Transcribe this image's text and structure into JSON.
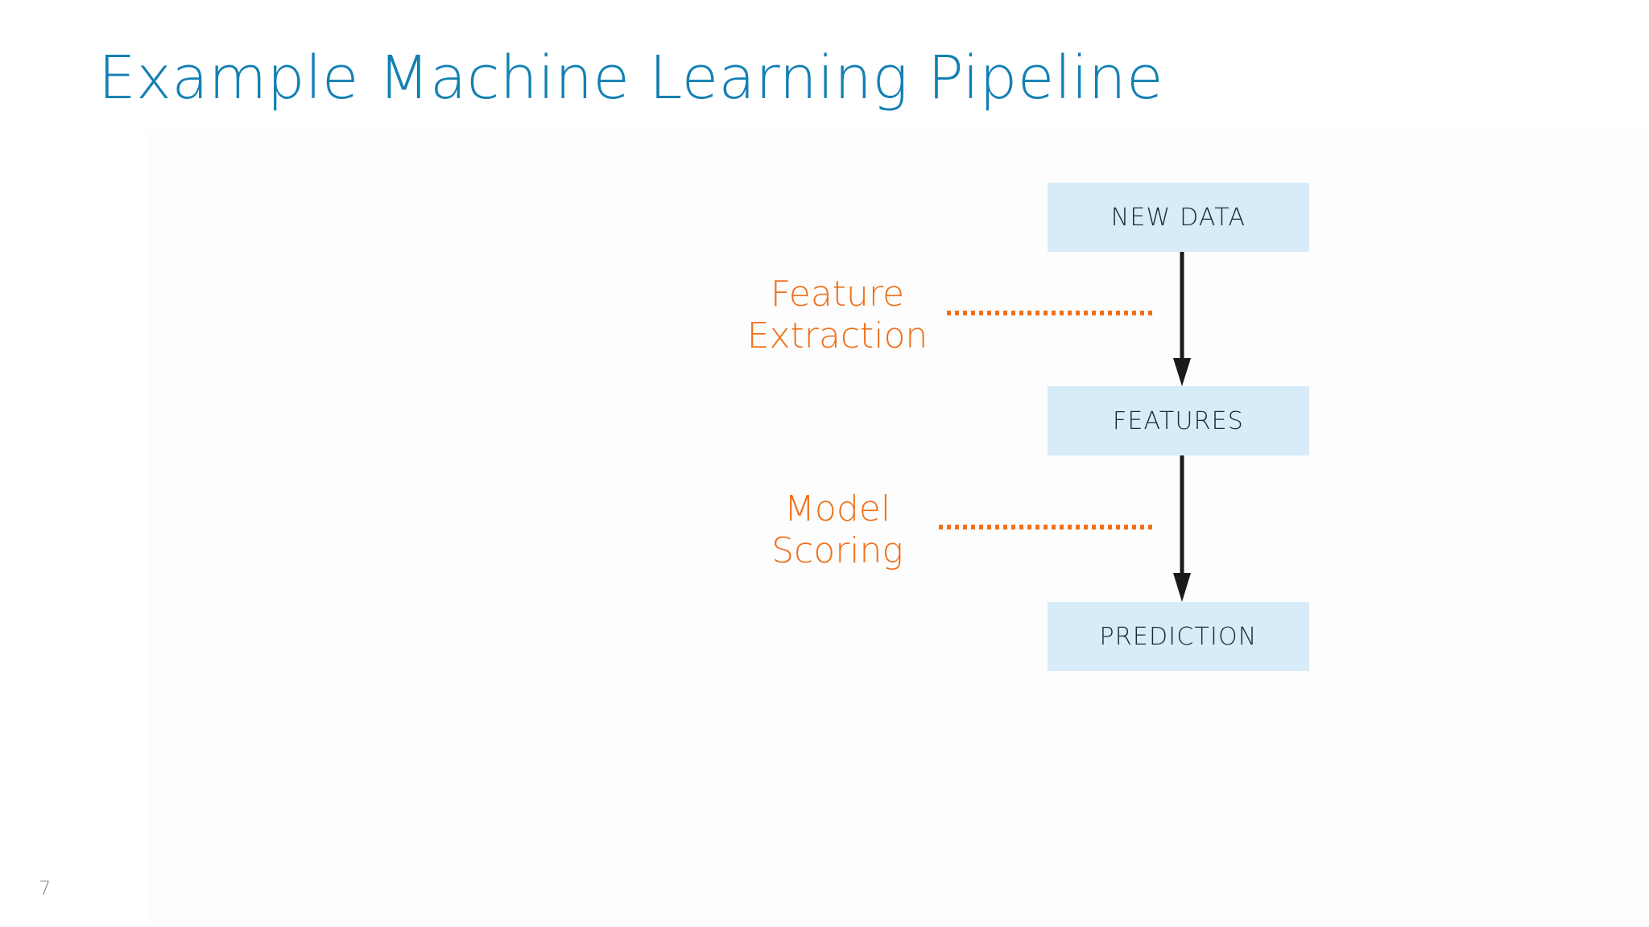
{
  "slide": {
    "title": "Example Machine Learning Pipeline",
    "page_number": "7",
    "background_color": "#ffffff",
    "title_color": "#1380b4",
    "accent_orange": "#f0701a",
    "node_fill": "#d7ecf8",
    "node_text_color": "#1b2a33",
    "arrow_color": "#1a1a1a"
  },
  "diagram": {
    "type": "flowchart",
    "orientation": "vertical",
    "nodes": [
      {
        "id": "new-data",
        "label": "NEW DATA"
      },
      {
        "id": "features",
        "label": "FEATURES"
      },
      {
        "id": "prediction",
        "label": "PREDICTION"
      }
    ],
    "edges": [
      {
        "from": "new-data",
        "to": "features",
        "style": "solid-arrow"
      },
      {
        "from": "features",
        "to": "prediction",
        "style": "solid-arrow"
      }
    ],
    "stages": [
      {
        "id": "feature-extraction",
        "line1": "Feature",
        "line2": "Extraction",
        "connector": "orange-dotted-line",
        "describes_edge": "new-data -> features"
      },
      {
        "id": "model-scoring",
        "line1": "Model",
        "line2": "Scoring",
        "connector": "orange-dotted-line",
        "describes_edge": "features -> prediction"
      }
    ]
  }
}
